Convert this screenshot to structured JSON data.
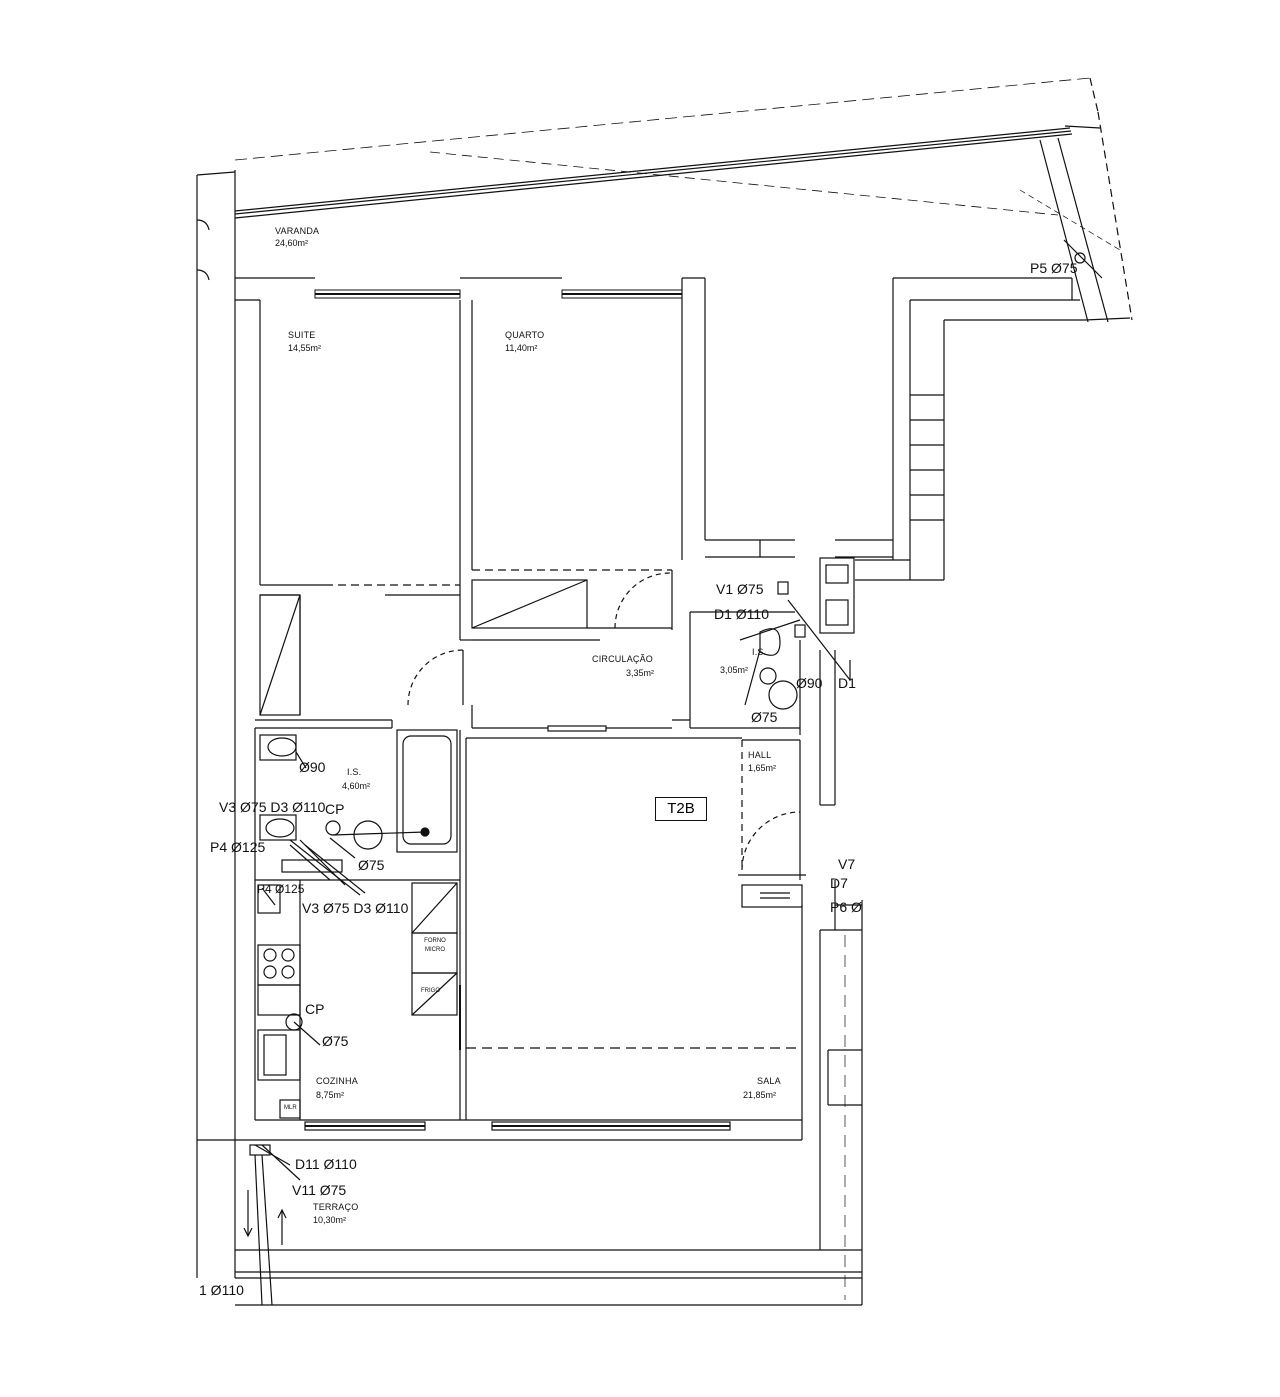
{
  "unit_tag": "T2B",
  "rooms": {
    "varanda": {
      "name": "VARANDA",
      "area": "24,60m²"
    },
    "suite": {
      "name": "SUITE",
      "area": "14,55m²"
    },
    "quarto": {
      "name": "QUARTO",
      "area": "11,40m²"
    },
    "circulacao": {
      "name": "CIRCULAÇÃO",
      "area": "3,35m²"
    },
    "is_small": {
      "name": "I.S.",
      "area": "3,05m²"
    },
    "hall": {
      "name": "HALL",
      "area": "1,65m²"
    },
    "is_main": {
      "name": "I.S.",
      "area": "4,60m²"
    },
    "cozinha": {
      "name": "COZINHA",
      "area": "8,75m²"
    },
    "sala": {
      "name": "SALA",
      "area": "21,85m²"
    },
    "terraco": {
      "name": "TERRAÇO",
      "area": "10,30m²"
    }
  },
  "appliances": {
    "forno_micro": "FORNO MICRO",
    "frigo": "FRIGO",
    "mlr": "MLR"
  },
  "pipes": {
    "p5": "P5 Ø75",
    "v1": "V1 Ø75",
    "d1": "D1 Ø110",
    "o90_small": "Ø90",
    "o75_small": "Ø75",
    "d1_edge": "D1",
    "o90_main": "Ø90",
    "v3_d3_top": "V3 Ø75 D3 Ø110",
    "cp1": "CP",
    "p4": "P4 Ø125",
    "o75_main": "Ø75",
    "p4_kitchen": "P4 Ø125",
    "v3_d3_bottom": "V3 Ø75 D3 Ø110",
    "cp2": "CP",
    "o75_kitchen": "Ø75",
    "v7": "V7",
    "d7": "D7",
    "p6": "P6 Ø",
    "d11": "D11 Ø110",
    "v11": "V11 Ø75",
    "bottom_left": "1 Ø110"
  }
}
